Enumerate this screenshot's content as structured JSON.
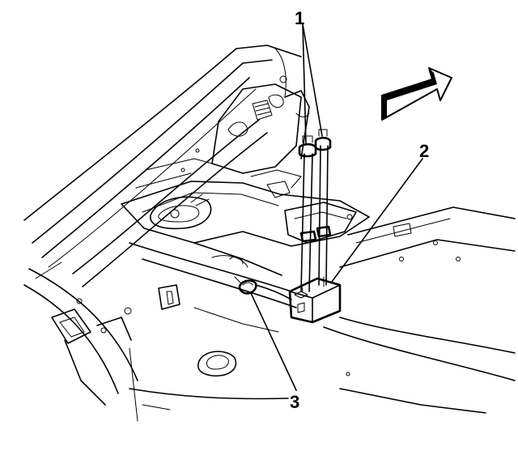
{
  "callouts": {
    "c1": "1",
    "c2": "2",
    "c3": "3"
  },
  "icons": {
    "direction": "front-direction-arrow-icon"
  },
  "colors": {
    "ink": "#000000",
    "paper": "#ffffff"
  }
}
